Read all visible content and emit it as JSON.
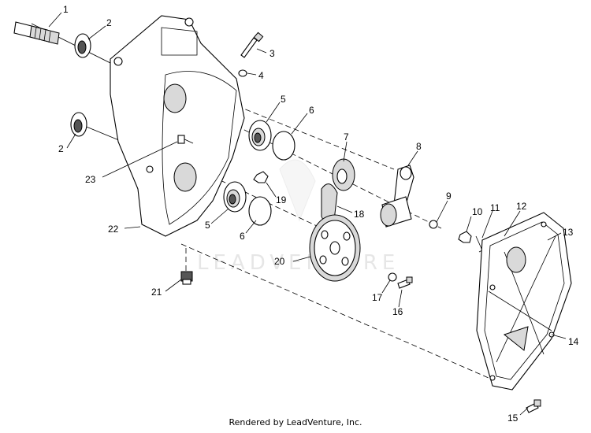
{
  "diagram": {
    "callouts": [
      "1",
      "2",
      "3",
      "4",
      "5",
      "6",
      "7",
      "8",
      "9",
      "10",
      "11",
      "12",
      "13",
      "14",
      "15",
      "16",
      "17",
      "18",
      "19",
      "20",
      "21",
      "22",
      "23"
    ],
    "watermark": "LEADVENTURE",
    "footer": "Rendered by LeadVenture, Inc."
  }
}
